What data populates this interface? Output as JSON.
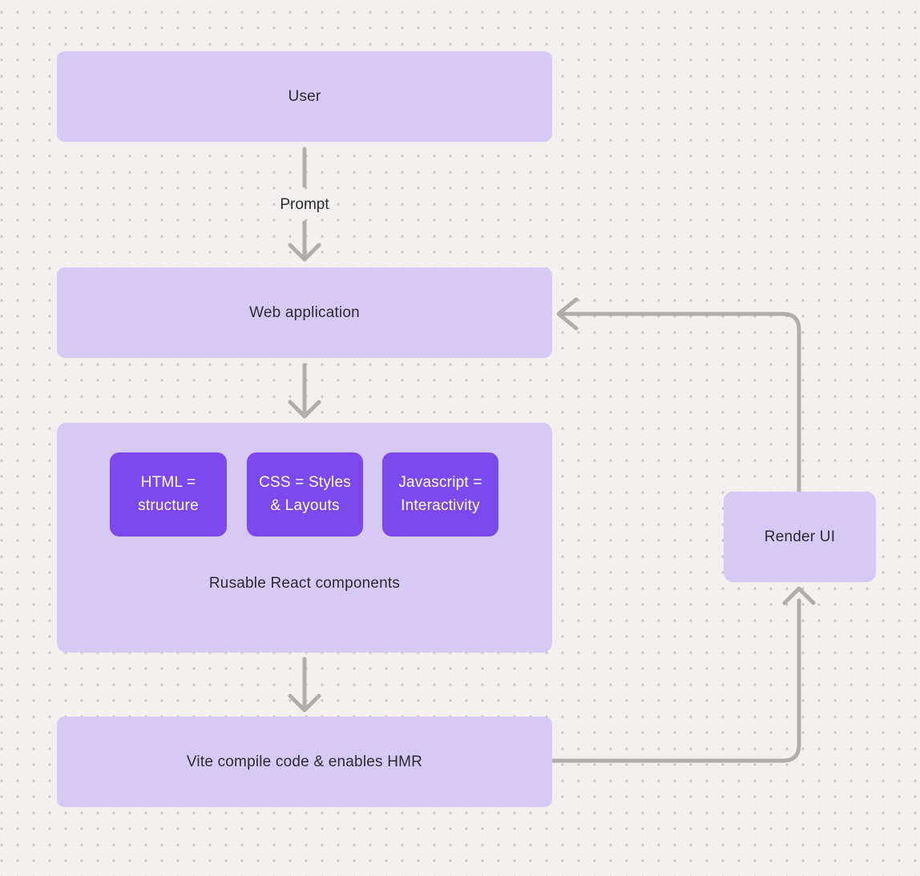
{
  "diagram": {
    "nodes": {
      "user": {
        "label": "User"
      },
      "web_application": {
        "label": "Web application"
      },
      "components_group": {
        "caption": "Rusable React components",
        "chips": [
          {
            "label": "HTML = structure"
          },
          {
            "label": "CSS = Styles & Layouts"
          },
          {
            "label": "Javascript = Interactivity"
          }
        ]
      },
      "vite": {
        "label": "Vite compile code & enables HMR"
      },
      "render_ui": {
        "label": "Render UI"
      }
    },
    "edges": {
      "user_to_webapp_label": "Prompt",
      "flow": [
        "User -> Web application (Prompt)",
        "Web application -> Reusable components group",
        "Components group -> Vite compile code & enables HMR",
        "Vite compile code & enables HMR -> Render UI",
        "Render UI -> Web application"
      ]
    },
    "colors": {
      "canvas_bg": "#f2f1f0",
      "dot_grid": "#c6c3c0",
      "node_bg": "#d6caf5",
      "chip_bg": "#7c49ef",
      "arrow": "#b0adaa",
      "text_dark": "#2d2a33",
      "text_light": "#ffffff"
    }
  }
}
